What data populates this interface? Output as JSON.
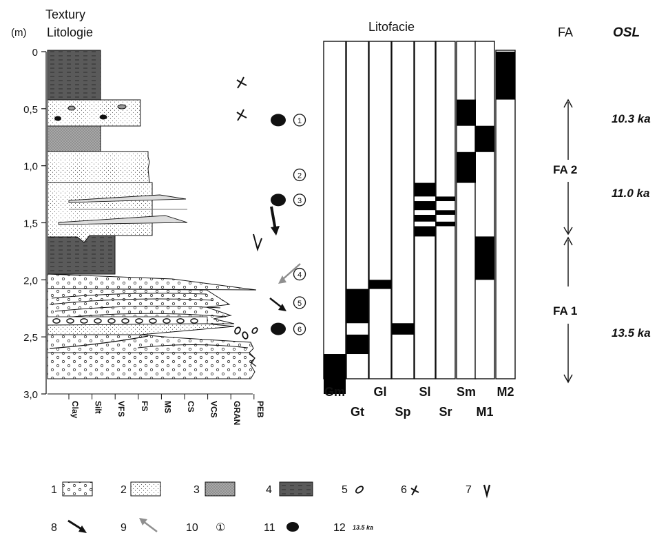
{
  "headers": {
    "texture_line1": "Textury",
    "texture_line2": "Litologie",
    "depth_unit": "(m)",
    "lithofacies": "Litofacie",
    "fa": "FA",
    "osl": "OSL"
  },
  "depth_axis": {
    "min": 0,
    "max": 3.0,
    "ticks": [
      "0",
      "0,5",
      "1,0",
      "1,5",
      "2,0",
      "2,5",
      "3,0"
    ]
  },
  "grain_size_labels": [
    "Clay",
    "Silt",
    "VFS",
    "FS",
    "MS",
    "CS",
    "VCS",
    "GRAN",
    "PEB"
  ],
  "lithofacies_columns": [
    "Gm",
    "Gt",
    "Gl",
    "Sp",
    "Sl",
    "Sr",
    "Sm",
    "M1",
    "M2"
  ],
  "lithofacies_intervals": [
    {
      "facies": "M2",
      "top": 0.0,
      "bottom": 0.42
    },
    {
      "facies": "Sm",
      "top": 0.42,
      "bottom": 0.65
    },
    {
      "facies": "M1",
      "top": 0.65,
      "bottom": 0.88
    },
    {
      "facies": "Sm",
      "top": 0.88,
      "bottom": 1.15
    },
    {
      "facies": "Sl",
      "top": 1.15,
      "bottom": 1.27
    },
    {
      "facies": "Sl",
      "top": 1.31,
      "bottom": 1.39
    },
    {
      "facies": "Sl",
      "top": 1.43,
      "bottom": 1.49
    },
    {
      "facies": "Sl",
      "top": 1.53,
      "bottom": 1.62
    },
    {
      "facies": "Sr",
      "top": 1.27,
      "bottom": 1.31
    },
    {
      "facies": "Sr",
      "top": 1.39,
      "bottom": 1.43
    },
    {
      "facies": "Sr",
      "top": 1.49,
      "bottom": 1.53
    },
    {
      "facies": "M1",
      "top": 1.62,
      "bottom": 2.0
    },
    {
      "facies": "Gl",
      "top": 2.0,
      "bottom": 2.08
    },
    {
      "facies": "Gt",
      "top": 2.08,
      "bottom": 2.38
    },
    {
      "facies": "Sp",
      "top": 2.38,
      "bottom": 2.48
    },
    {
      "facies": "Gt",
      "top": 2.48,
      "bottom": 2.65
    },
    {
      "facies": "Gm",
      "top": 2.65,
      "bottom": 3.0
    }
  ],
  "samples": [
    {
      "number": "①",
      "depth": 0.6,
      "osl_dot": true
    },
    {
      "number": "②",
      "depth": 1.08,
      "osl_dot": false
    },
    {
      "number": "③",
      "depth": 1.3,
      "osl_dot": true
    },
    {
      "number": "④",
      "depth": 1.95,
      "osl_dot": false
    },
    {
      "number": "⑤",
      "depth": 2.2,
      "osl_dot": false
    },
    {
      "number": "⑥",
      "depth": 2.43,
      "osl_dot": true
    }
  ],
  "facies_associations": [
    {
      "label": "FA 2",
      "top": 0.42,
      "bottom": 1.62
    },
    {
      "label": "FA 1",
      "top": 1.62,
      "bottom": 2.9
    }
  ],
  "osl_ages": [
    {
      "label": "10.3 ka",
      "depth": 0.6
    },
    {
      "label": "11.0 ka",
      "depth": 1.17
    },
    {
      "label": "13.5 ka",
      "depth": 2.43
    }
  ],
  "legend": {
    "numbers": [
      "1",
      "2",
      "3",
      "4",
      "5",
      "6",
      "7",
      "8",
      "9",
      "10",
      "11",
      "12"
    ],
    "item10_symbol": "①",
    "item12_text": "13.5 ka"
  },
  "colors": {
    "ink": "#111111",
    "mudstone": "#5a5a5a",
    "silty_sand": "#a9a9a9",
    "gray_arrow": "#8f8f8f"
  }
}
